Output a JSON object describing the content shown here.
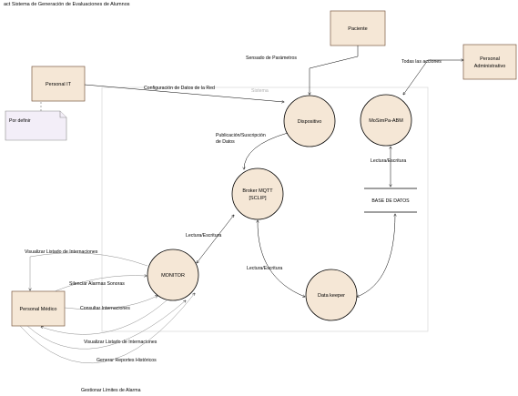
{
  "title": "act Sistema de Generación de Evaluaciones de Alumnos",
  "boundary": {
    "label": "Sistema"
  },
  "externals": {
    "personal_it": "Personal IT",
    "paciente": "Paciente",
    "personal_admin": [
      "Personal",
      "Administrativo"
    ],
    "personal_medico": "Personal Médico"
  },
  "note": "Por definir",
  "processes": {
    "dispositivo": "Dispositivo",
    "mosimpa": "MoSimPa-ABM",
    "broker": [
      "Broker MQTT",
      "[SCLIP]"
    ],
    "monitor": "MONITOR",
    "datakeeper": "Data keeper"
  },
  "datastore": "BASE DE DATOS",
  "flows": {
    "config_red": "Configuración de Datos de la Red",
    "sensado": "Sensado de Parámetros",
    "todas_acciones": "Todas las acciones",
    "pub_susc": [
      "Publicación/Suscripción",
      "de Datos"
    ],
    "lectura_escritura_db": "Lectura/Escritura",
    "lectura_escritura_broker": "Lectura/Escritura",
    "lectura_escritura_dk": "Lectura/Escritura",
    "visualizar_listado_1": "Visualizar Listado de Internaciones",
    "silenciar_alarmas": "Silenciar Alarmas Sonoras",
    "consultar_internaciones": "Consultar Internaciones",
    "visualizar_listado_2": "Visualizar Listado de Internaciones",
    "generar_reportes": "Generar Reportes Históricos",
    "gestionar_limites": "Gestionar Límites de Alarma"
  }
}
